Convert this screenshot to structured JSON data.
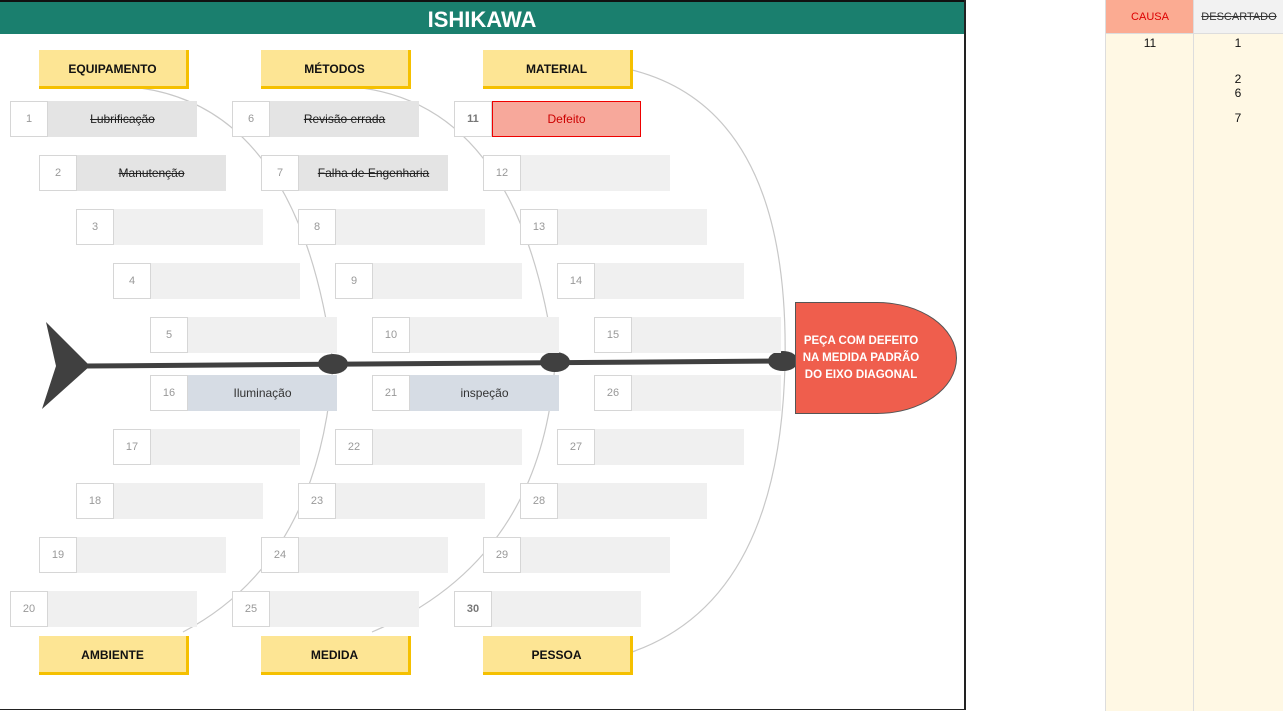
{
  "title": "ISHIKAWA",
  "categories": {
    "top": [
      "EQUIPAMENTO",
      "MÉTODOS",
      "MATERIAL"
    ],
    "bottom": [
      "AMBIENTE",
      "MEDIDA",
      "PESSOA"
    ]
  },
  "problem": "PEÇA COM DEFEITO NA MEDIDA PADRÃO DO EIXO DIAGONAL",
  "items": [
    {
      "n": "1",
      "t": "Lubrificação",
      "s": "disc"
    },
    {
      "n": "2",
      "t": "Manutenção",
      "s": "disc"
    },
    {
      "n": "3",
      "t": ""
    },
    {
      "n": "4",
      "t": ""
    },
    {
      "n": "5",
      "t": ""
    },
    {
      "n": "6",
      "t": "Revisão errada",
      "s": "disc"
    },
    {
      "n": "7",
      "t": "Falha de Engenharia",
      "s": "disc"
    },
    {
      "n": "8",
      "t": ""
    },
    {
      "n": "9",
      "t": ""
    },
    {
      "n": "10",
      "t": ""
    },
    {
      "n": "11",
      "t": "Defeito",
      "s": "cause"
    },
    {
      "n": "12",
      "t": ""
    },
    {
      "n": "13",
      "t": ""
    },
    {
      "n": "14",
      "t": ""
    },
    {
      "n": "15",
      "t": ""
    },
    {
      "n": "16",
      "t": "Iluminação",
      "s": "blue"
    },
    {
      "n": "17",
      "t": ""
    },
    {
      "n": "18",
      "t": ""
    },
    {
      "n": "19",
      "t": ""
    },
    {
      "n": "20",
      "t": ""
    },
    {
      "n": "21",
      "t": "inspeção",
      "s": "blue"
    },
    {
      "n": "22",
      "t": ""
    },
    {
      "n": "23",
      "t": ""
    },
    {
      "n": "24",
      "t": ""
    },
    {
      "n": "25",
      "t": ""
    },
    {
      "n": "26",
      "t": ""
    },
    {
      "n": "27",
      "t": ""
    },
    {
      "n": "28",
      "t": ""
    },
    {
      "n": "29",
      "t": ""
    },
    {
      "n": "30",
      "t": ""
    }
  ],
  "side": {
    "causa_label": "CAUSA",
    "descartado_label": "DESCARTADO",
    "causa": [
      "11"
    ],
    "descartado": [
      "1",
      "2",
      "6",
      "7"
    ]
  },
  "colors": {
    "header": "#1a7f6e",
    "head": "#ef5e4d",
    "category": "#fde594"
  }
}
